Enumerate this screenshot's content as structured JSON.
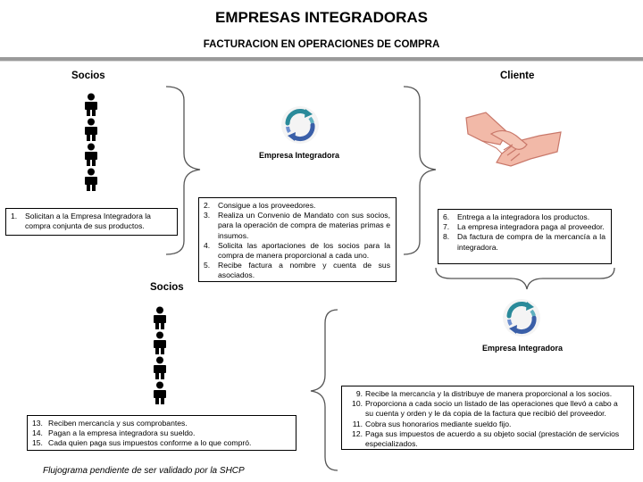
{
  "header": {
    "title": "EMPRESAS INTEGRADORAS",
    "subtitle": "FACTURACION EN OPERACIONES DE COMPRA"
  },
  "top": {
    "socios_label": "Socios",
    "cliente_label": "Cliente",
    "integradora_label": "Empresa Integradora",
    "box_left": [
      {
        "num": "1.",
        "text": "Solicitan a la Empresa Integradora la compra conjunta de sus productos."
      }
    ],
    "box_center": [
      {
        "num": "2.",
        "text": "Consigue a los proveedores."
      },
      {
        "num": "3.",
        "text": "Realiza un Convenio de Mandato con sus socios, para la operación de compra de materias primas e insumos."
      },
      {
        "num": "4.",
        "text": "Solicita las aportaciones de los socios para la compra de manera proporcional a cada uno."
      },
      {
        "num": "5.",
        "text": "Recibe factura a nombre y cuenta de sus asociados."
      }
    ],
    "box_right": [
      {
        "num": "6.",
        "text": "Entrega a la integradora los productos."
      },
      {
        "num": "7.",
        "text": "La empresa integradora paga al proveedor."
      },
      {
        "num": "8.",
        "text": "Da factura de compra de la  mercancía a la integradora."
      }
    ]
  },
  "bottom": {
    "socios_label": "Socios",
    "integradora_label": "Empresa Integradora",
    "box_right": [
      {
        "num": "9.",
        "text": "Recibe la mercancía y la distribuye de manera proporcional a los socios."
      },
      {
        "num": "10.",
        "text": "Proporciona a cada socio un listado de las operaciones que llevó a  cabo a su cuenta y orden y le da copia de la factura que recibió del proveedor."
      },
      {
        "num": "11.",
        "text": "Cobra sus honorarios mediante sueldo fijo."
      },
      {
        "num": "12.",
        "text": "Paga sus impuestos de acuerdo a su objeto social (prestación de servicios especializados."
      }
    ],
    "box_left": [
      {
        "num": "13.",
        "text": "Reciben mercancía y sus comprobantes."
      },
      {
        "num": "14.",
        "text": "Pagan a la empresa integradora su sueldo."
      },
      {
        "num": "15.",
        "text": "Cada quien paga sus impuestos conforme a lo que compró."
      }
    ]
  },
  "footer": {
    "note": "Flujograma pendiente de ser validado por la SHCP"
  },
  "icons": {
    "person": "person-icon",
    "logo": "recycle-arrows-icon",
    "handshake": "handshake-icon"
  },
  "colors": {
    "rule": "#9a9a9a",
    "logo_teal": "#2a8a9a",
    "logo_blue": "#3a5fa8",
    "skin": "#f2b9a8",
    "skin_dark": "#c9786a"
  }
}
